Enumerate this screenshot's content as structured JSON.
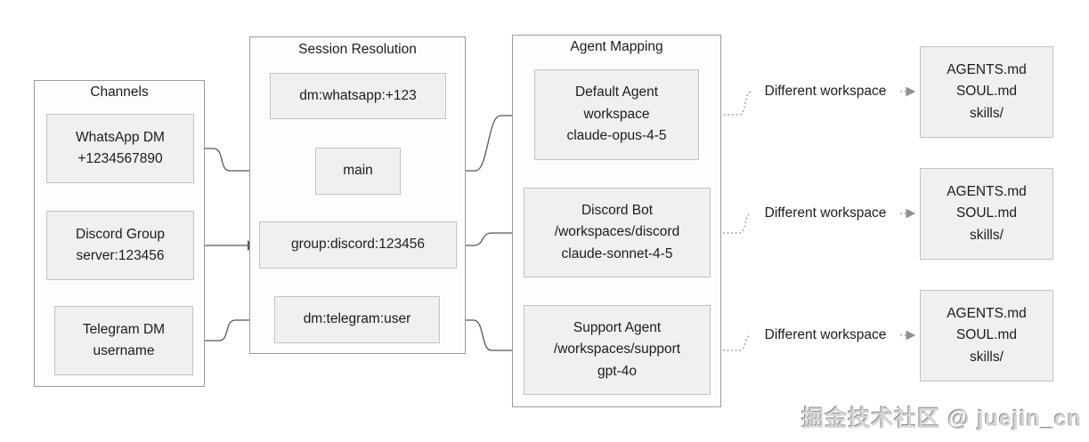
{
  "containers": {
    "channels": {
      "title": "Channels",
      "items": [
        {
          "lines": [
            "WhatsApp DM",
            "+1234567890"
          ]
        },
        {
          "lines": [
            "Discord Group",
            "server:123456"
          ]
        },
        {
          "lines": [
            "Telegram DM",
            "username"
          ]
        }
      ]
    },
    "session": {
      "title": "Session Resolution",
      "items": [
        {
          "lines": [
            "dm:whatsapp:+123"
          ]
        },
        {
          "lines": [
            "main"
          ]
        },
        {
          "lines": [
            "group:discord:123456"
          ]
        },
        {
          "lines": [
            "dm:telegram:user"
          ]
        }
      ]
    },
    "agents": {
      "title": "Agent Mapping",
      "items": [
        {
          "lines": [
            "Default Agent",
            "workspace",
            "claude-opus-4-5"
          ]
        },
        {
          "lines": [
            "Discord Bot",
            "/workspaces/discord",
            "claude-sonnet-4-5"
          ]
        },
        {
          "lines": [
            "Support Agent",
            "/workspaces/support",
            "gpt-4o"
          ]
        }
      ]
    }
  },
  "workspaces": {
    "items": [
      {
        "lines": [
          "AGENTS.md",
          "SOUL.md",
          "skills/"
        ]
      },
      {
        "lines": [
          "AGENTS.md",
          "SOUL.md",
          "skills/"
        ]
      },
      {
        "lines": [
          "AGENTS.md",
          "SOUL.md",
          "skills/"
        ]
      }
    ]
  },
  "edge_labels": [
    "Different workspace",
    "Different workspace",
    "Different workspace"
  ],
  "watermark": "掘金技术社区 @ juejin_cn",
  "colors": {
    "node_fill": "#f0f0f0",
    "node_border": "#c3c3c3",
    "container_fill": "#fdfdfd",
    "container_border": "#9a9a9a",
    "edge": "#565656",
    "edge_dotted": "#8f8f8f",
    "text": "#1c1c1c"
  }
}
